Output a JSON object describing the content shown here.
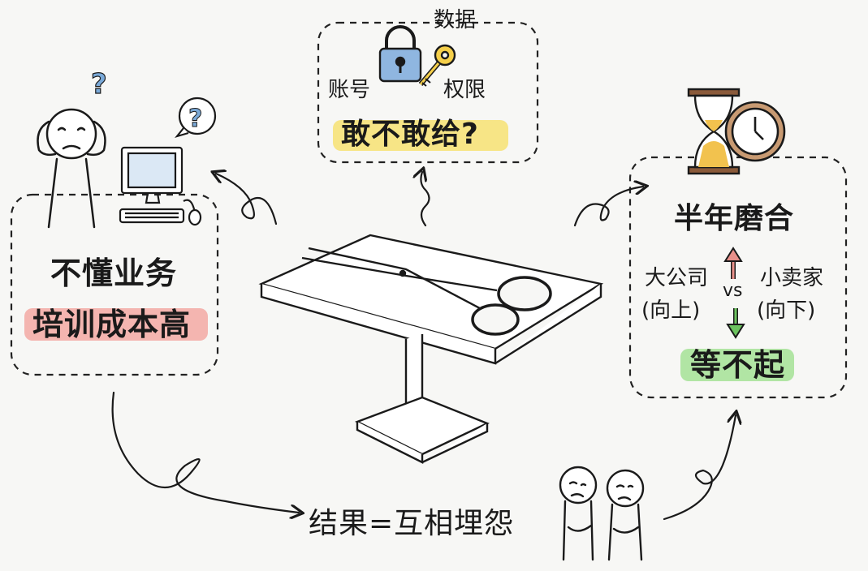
{
  "left_panel": {
    "line1": "不懂业务",
    "line2": "培训成本高",
    "highlight_color": "#f3a9a3",
    "icons": [
      "confused-person-icon",
      "question-mark-icon",
      "computer-icon"
    ]
  },
  "top_panel": {
    "label_data": "数据",
    "label_account": "账号",
    "label_permission": "权限",
    "question": "敢不敢给?",
    "highlight_color": "#f6e27a",
    "icons": [
      "lock-icon",
      "key-icon"
    ]
  },
  "right_panel": {
    "title": "半年磨合",
    "left_party": "大公司",
    "left_direction": "(向上)",
    "versus": "vs",
    "right_party": "小卖家",
    "right_direction": "(向下)",
    "conclusion": "等不起",
    "highlight_color": "#a9e29b",
    "up_arrow_color": "#e9908a",
    "down_arrow_color": "#6cc35f",
    "icons": [
      "hourglass-icon",
      "clock-icon"
    ]
  },
  "center": {
    "icons": [
      "table-icon",
      "scissors-icon"
    ]
  },
  "bottom": {
    "result": "结果=互相埋怨",
    "icons": [
      "two-upset-people-icon"
    ]
  }
}
